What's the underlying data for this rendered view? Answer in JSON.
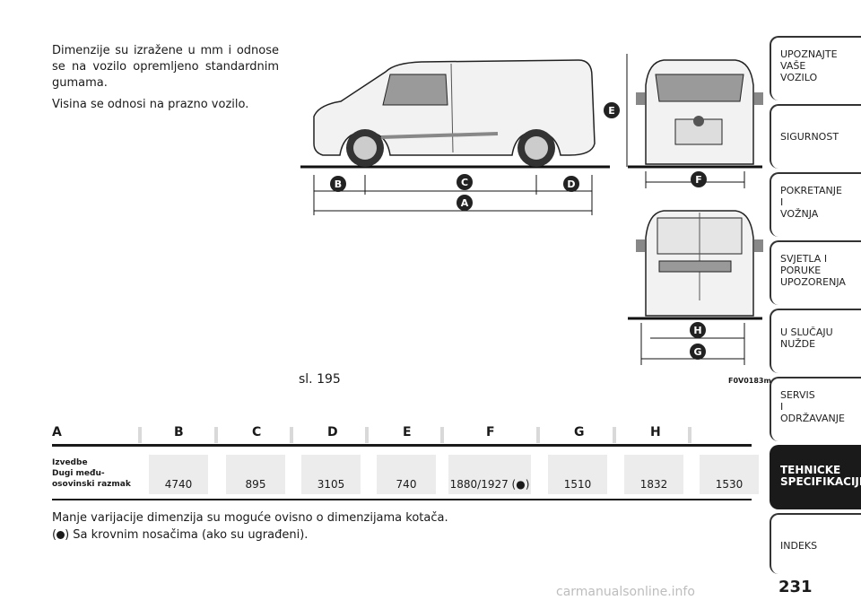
{
  "intro": {
    "p1": "Dimenzije su izražene u mm i odnose se na vozilo opremljeno standardnim gumama.",
    "p2": "Visina se odnosi na prazno vozilo."
  },
  "figure": {
    "caption": "sl. 195",
    "code": "F0V0183m",
    "labels": [
      "A",
      "B",
      "C",
      "D",
      "E",
      "F",
      "G",
      "H"
    ]
  },
  "table": {
    "headers": [
      "A",
      "B",
      "C",
      "D",
      "E",
      "F",
      "G",
      "H"
    ],
    "row_label_1": "Izvedbe",
    "row_label_2": "Dugi među-",
    "row_label_3": "osovinski razmak",
    "values": [
      "4740",
      "895",
      "3105",
      "740",
      "1880/1927 (●)",
      "1510",
      "1832",
      "1530"
    ]
  },
  "notes": {
    "line1": "Manje varijacije dimenzija su moguće ovisno o dimenzijama kotača.",
    "line2": "Sa krovnim nosačima (ako su ugrađeni)."
  },
  "sidebar": {
    "tabs": [
      {
        "l1": "UPOZNAJTE",
        "l2": "VAŠE",
        "l3": "VOZILO"
      },
      {
        "l1": "SIGURNOST",
        "l2": "",
        "l3": ""
      },
      {
        "l1": "POKRETANJE",
        "l2": "I",
        "l3": "VOŽNJA"
      },
      {
        "l1": "SVJETLA I",
        "l2": "PORUKE",
        "l3": "UPOZORENJA"
      },
      {
        "l1": "U SLUČAJU",
        "l2": "NUŽDE",
        "l3": ""
      },
      {
        "l1": "SERVIS",
        "l2": "I",
        "l3": "ODRŽAVANJE"
      },
      {
        "l1": "TEHNICKE",
        "l2": "SPECIFIKACIJE",
        "l3": ""
      },
      {
        "l1": "INDEKS",
        "l2": "",
        "l3": ""
      }
    ]
  },
  "page_number": "231",
  "watermark": "carmanualsonline.info"
}
